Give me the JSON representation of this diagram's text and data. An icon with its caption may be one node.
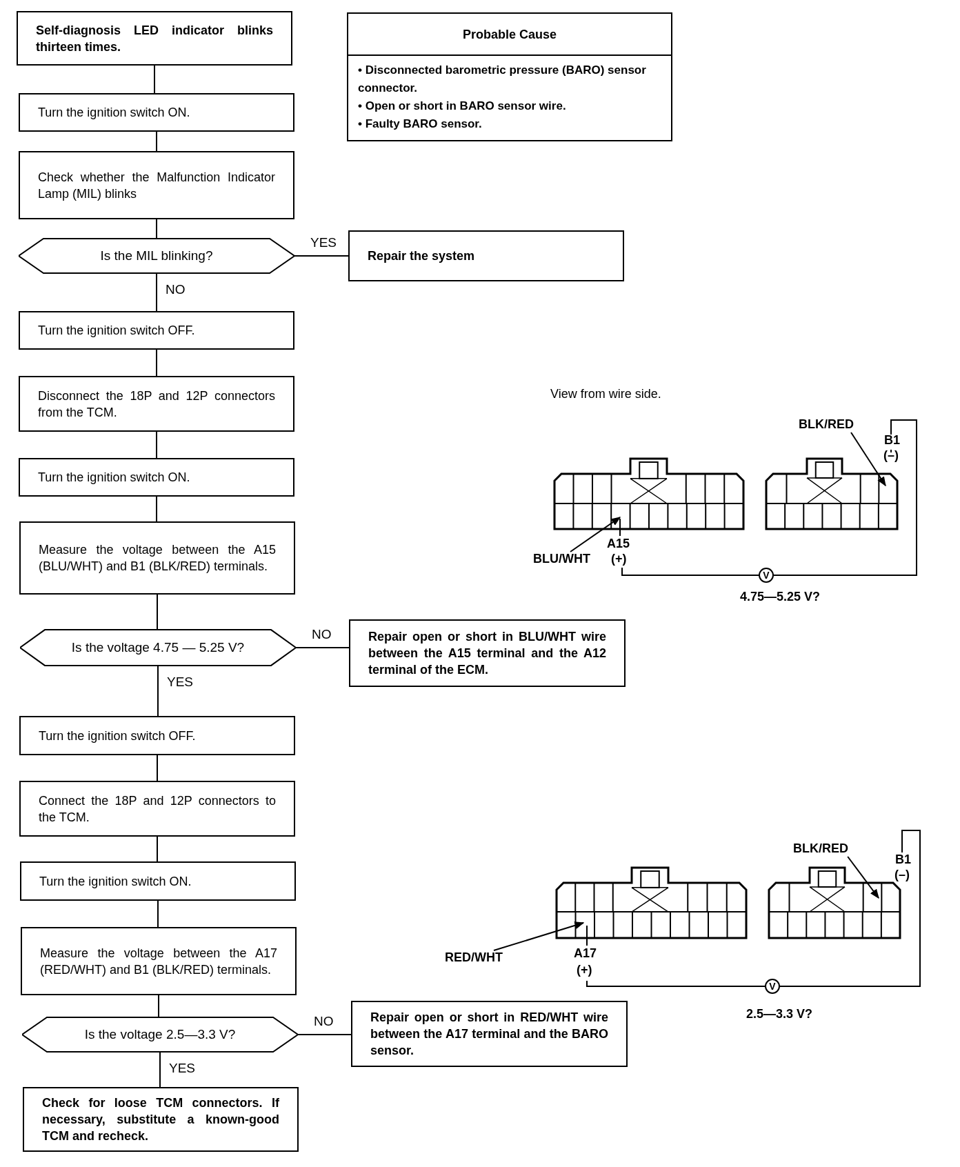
{
  "diagram": {
    "nodes": [
      {
        "text": [
          "Self-diagnosis LED indicator blinks thirteen times."
        ]
      },
      {
        "text": [
          "Probable Cause",
          "• Disconnected barometric pressure (BARO) sensor connector.",
          "• Open or short in BARO sensor wire.",
          "• Faulty BARO sensor."
        ]
      },
      {
        "text": [
          "Turn the ignition switch ON."
        ]
      },
      {
        "text": [
          "Check whether the Malfunction Indicator Lamp (MIL) blinks"
        ]
      },
      {
        "text": [
          "Is the MIL blinking?"
        ]
      },
      {
        "text": [
          "Repair the system"
        ]
      },
      {
        "text": [
          "Turn the ignition switch OFF."
        ]
      },
      {
        "text": [
          "Disconnect the 18P and 12P connectors from the TCM."
        ]
      },
      {
        "text": [
          "Turn the ignition switch ON."
        ]
      },
      {
        "text": [
          "Measure the voltage between the A15 (BLU/WHT) and B1 (BLK/RED) terminals."
        ]
      },
      {
        "text": [
          "Is the voltage 4.75 — 5.25 V?"
        ]
      },
      {
        "text": [
          "Repair open or short in BLU/WHT wire between the A15 terminal and the A12 terminal of the ECM."
        ]
      },
      {
        "text": [
          "Turn the ignition switch OFF."
        ]
      },
      {
        "text": [
          "Connect the 18P and 12P connectors to the TCM."
        ]
      },
      {
        "text": [
          "Turn the ignition switch ON."
        ]
      },
      {
        "text": [
          "Measure the voltage between the A17 (RED/WHT) and B1 (BLK/RED) terminals."
        ]
      },
      {
        "text": [
          "Is the voltage 2.5—3.3 V?"
        ]
      },
      {
        "text": [
          "Repair open or short in RED/WHT wire between the A17 terminal and the BARO sensor."
        ]
      },
      {
        "text": [
          "Check for loose TCM connectors. If necessary, substitute a known-good TCM and recheck."
        ]
      },
      {
        "text": [
          "BLK/RED"
        ]
      },
      {
        "text": [
          "BLU/WHT"
        ]
      },
      {
        "text": [
          "BLK/RED"
        ]
      },
      {
        "text": [
          "RED/WHT"
        ]
      }
    ],
    "edges": [
      {
        "from": 0,
        "to": 2,
        "arrow": "none"
      },
      {
        "from": 2,
        "to": 3,
        "arrow": "none"
      },
      {
        "from": 3,
        "to": 4,
        "arrow": "none"
      },
      {
        "from": 4,
        "to": 5,
        "arrow": "none",
        "label": "YES"
      },
      {
        "from": 4,
        "to": 6,
        "arrow": "none",
        "label": "NO"
      },
      {
        "from": 6,
        "to": 7,
        "arrow": "none"
      },
      {
        "from": 7,
        "to": 8,
        "arrow": "none"
      },
      {
        "from": 8,
        "to": 9,
        "arrow": "none"
      },
      {
        "from": 9,
        "to": 10,
        "arrow": "none"
      },
      {
        "from": 10,
        "to": 11,
        "arrow": "none",
        "label": "NO"
      },
      {
        "from": 10,
        "to": 12,
        "arrow": "none",
        "label": "YES"
      },
      {
        "from": 12,
        "to": 13,
        "arrow": "none"
      },
      {
        "from": 13,
        "to": 14,
        "arrow": "none"
      },
      {
        "from": 14,
        "to": 15,
        "arrow": "none"
      },
      {
        "from": 15,
        "to": 16,
        "arrow": "none"
      },
      {
        "from": 16,
        "to": 17,
        "arrow": "none",
        "label": "NO"
      },
      {
        "from": 16,
        "to": 18,
        "arrow": "none",
        "label": "YES"
      },
      {
        "from": 19,
        "to": null,
        "arrow": "to"
      },
      {
        "from": 20,
        "to": null,
        "arrow": "to"
      },
      {
        "from": 21,
        "to": null,
        "arrow": "to"
      },
      {
        "from": 22,
        "to": null,
        "arrow": "to"
      }
    ],
    "labels": [
      "View from wire side.",
      "B1",
      "(–)",
      "A15",
      "(+)",
      "V",
      "4.75—5.25 V?",
      "B1",
      "(–)",
      "A17",
      "(+)",
      "V",
      "2.5—3.3 V?"
    ]
  }
}
